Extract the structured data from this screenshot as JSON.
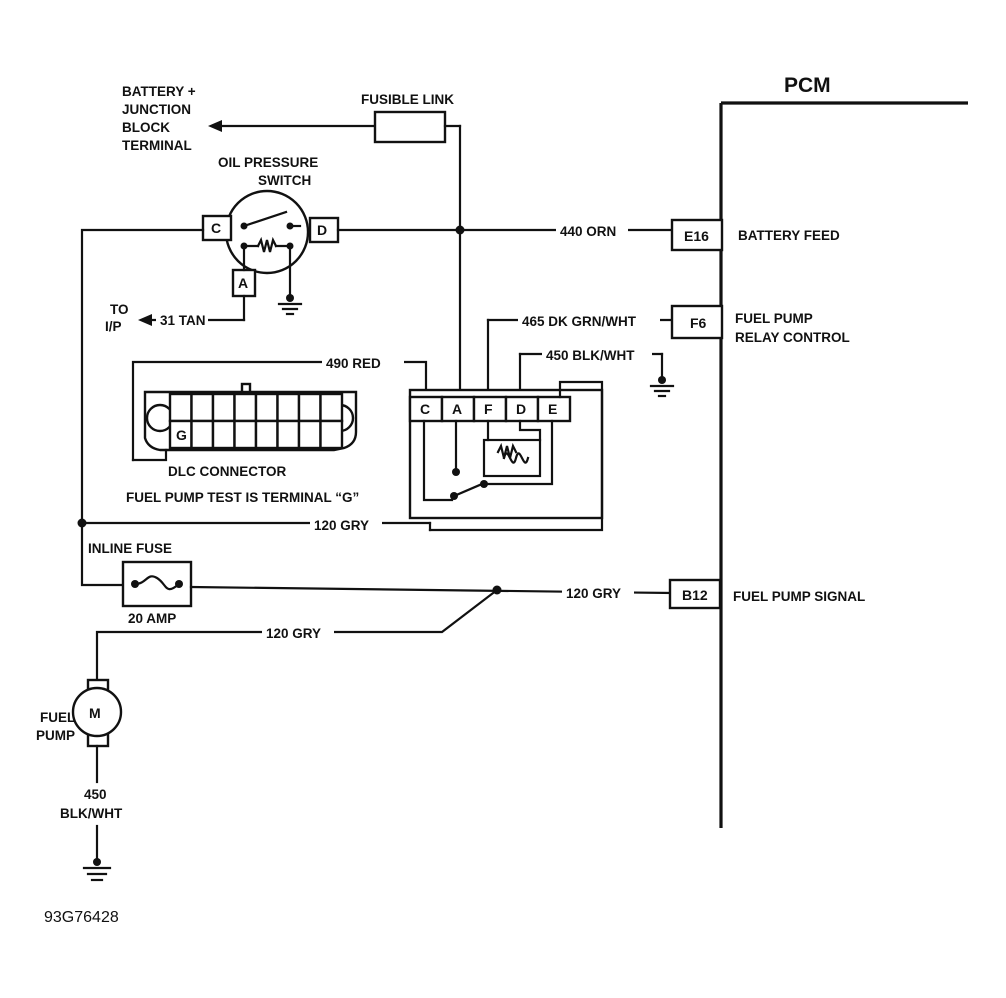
{
  "pcm_label": "PCM",
  "battery_junction": [
    "BATTERY +",
    "JUNCTION",
    "BLOCK",
    "TERMINAL"
  ],
  "fusible_link": "FUSIBLE LINK",
  "oil_pressure_switch": [
    "OIL PRESSURE",
    "SWITCH"
  ],
  "oil_switch_pins": {
    "c": "C",
    "d": "D",
    "a": "A"
  },
  "to_ip": [
    "TO",
    "I/P"
  ],
  "wires": {
    "tan_31": "31 TAN",
    "orn_440": "440 ORN",
    "grn_465": "465 DK GRN/WHT",
    "blk_450_relay": "450 BLK/WHT",
    "red_490": "490 RED",
    "gry_120_loop": "120 GRY",
    "gry_120_signal": "120 GRY",
    "gry_120_pump": "120 GRY"
  },
  "pcm_terminals": {
    "e16": {
      "pin": "E16",
      "label": "BATTERY FEED"
    },
    "f6": {
      "pin": "F6",
      "label": [
        "FUEL PUMP",
        "RELAY CONTROL"
      ]
    },
    "b12": {
      "pin": "B12",
      "label": "FUEL PUMP SIGNAL"
    }
  },
  "relay_pins": [
    "C",
    "A",
    "F",
    "D",
    "E"
  ],
  "dlc": {
    "pin_g": "G",
    "name": "DLC CONNECTOR",
    "note": "FUEL PUMP TEST IS TERMINAL “G”"
  },
  "inline_fuse": {
    "name": "INLINE FUSE",
    "rating": "20 AMP"
  },
  "fuel_pump": {
    "motor": "M",
    "label": [
      "FUEL",
      "PUMP"
    ],
    "ground_wire": [
      "450",
      "BLK/WHT"
    ]
  },
  "figure_code": "93G76428"
}
